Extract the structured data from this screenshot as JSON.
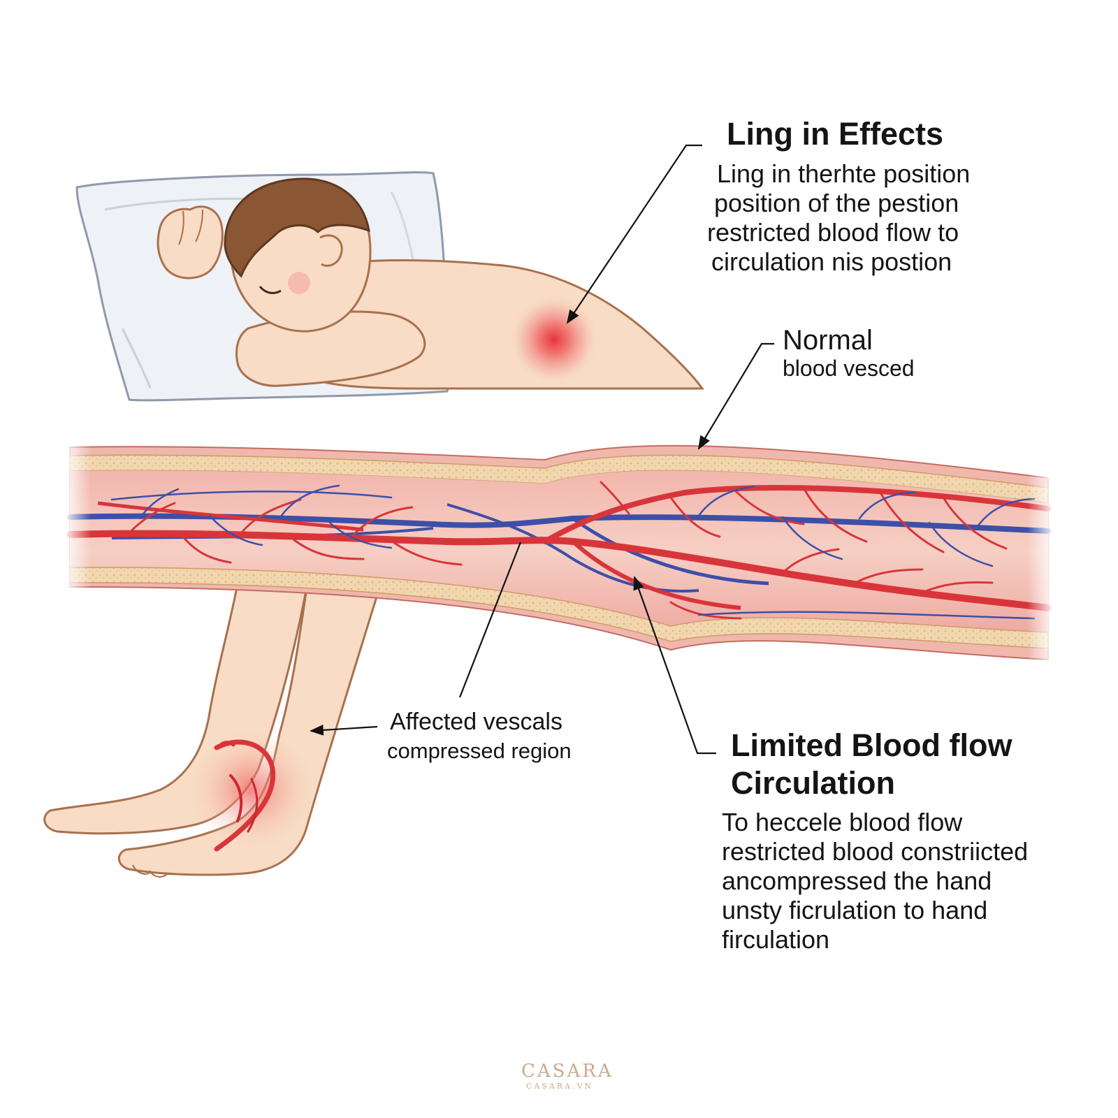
{
  "callout_top": {
    "title": "Ling in Effects",
    "lines": [
      "Ling in therhte position",
      "position of the pestion",
      "restricted blood flow to",
      "circulation nis postion"
    ]
  },
  "callout_normal": {
    "line1": "Normal",
    "line2": "blood vesced"
  },
  "callout_affected": {
    "line1": "Affected vescals",
    "line2": "compressed region"
  },
  "callout_bottom": {
    "title_line1": "Limited Blood flow",
    "title_line2": "Circulation",
    "lines": [
      "To heccele blood flow",
      "restricted blood constriicted",
      "ancompressed the hand",
      "unsty ficrulation to hand",
      "firculation"
    ]
  },
  "watermark": {
    "main": "CASARA",
    "sub": "CASARA.VN"
  },
  "colors": {
    "artery": "#d8353a",
    "vein": "#3d4fa8",
    "skin": "#f7dcc4",
    "skin_outline": "#a8704e",
    "hair": "#8a5634",
    "pillow": "#e9edf3",
    "fat_layer": "#f1d6ae",
    "vessel_interior": "#f3c3b9",
    "inflammation": "#e8454a"
  }
}
